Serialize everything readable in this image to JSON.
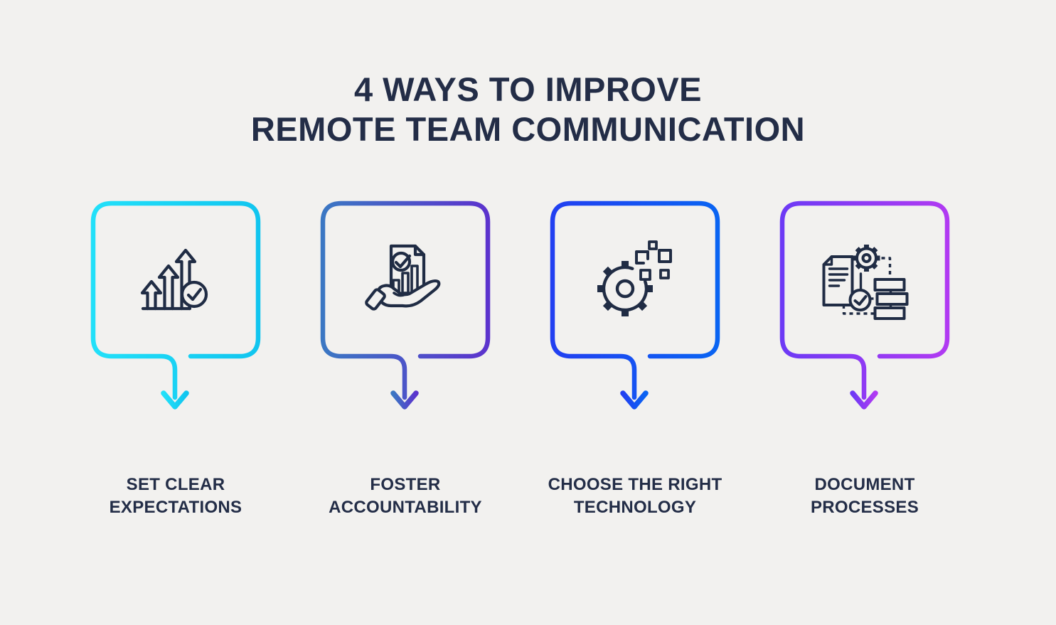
{
  "colors": {
    "background": "#f2f1ef",
    "title_text": "#232d47",
    "label_text": "#232d47",
    "icon_stroke": "#202c44"
  },
  "title": {
    "text": "4 WAYS TO IMPROVE REMOTE TEAM COMMUNICATION",
    "lines": [
      "4 WAYS TO IMPROVE",
      "REMOTE TEAM COMMUNICATION"
    ]
  },
  "cards": [
    {
      "label": "SET CLEAR EXPECTATIONS",
      "label_lines": [
        "SET CLEAR",
        "EXPECTATIONS"
      ],
      "icon": "growth-arrows-check-icon",
      "border_gradient": {
        "start": "#22e0f9",
        "end": "#11c5ef"
      }
    },
    {
      "label": "FOSTER ACCOUNTABILITY",
      "label_lines": [
        "FOSTER",
        "ACCOUNTABILITY"
      ],
      "icon": "hand-holding-report-icon",
      "border_gradient": {
        "start": "#3b77c3",
        "end": "#5c33cd"
      }
    },
    {
      "label": "CHOOSE THE RIGHT TECHNOLOGY",
      "label_lines": [
        "CHOOSE THE RIGHT",
        "TECHNOLOGY"
      ],
      "icon": "digital-gear-icon",
      "border_gradient": {
        "start": "#2240f1",
        "end": "#0a64f2"
      }
    },
    {
      "label": "DOCUMENT PROCESSES",
      "label_lines": [
        "DOCUMENT",
        "PROCESSES"
      ],
      "icon": "document-process-icon",
      "border_gradient": {
        "start": "#6d3af5",
        "end": "#b13af2"
      }
    }
  ]
}
